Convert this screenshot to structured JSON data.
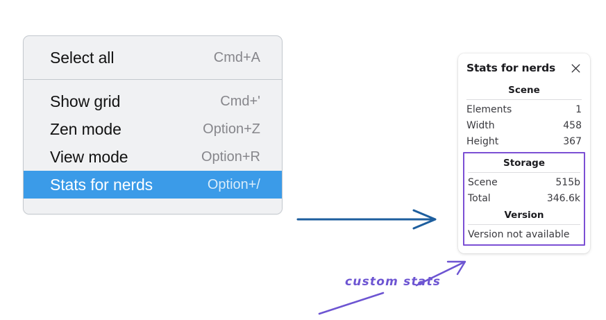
{
  "context_menu": {
    "groups": [
      {
        "items": [
          {
            "label": "Select all",
            "shortcut": "Cmd+A",
            "selected": false
          }
        ]
      },
      {
        "items": [
          {
            "label": "Show grid",
            "shortcut": "Cmd+'",
            "selected": false
          },
          {
            "label": "Zen mode",
            "shortcut": "Option+Z",
            "selected": false
          },
          {
            "label": "View mode",
            "shortcut": "Option+R",
            "selected": false
          },
          {
            "label": "Stats for nerds",
            "shortcut": "Option+/",
            "selected": true
          }
        ]
      }
    ],
    "highlight_color": "#3b9be8",
    "background_color": "#f0f1f3"
  },
  "stats_panel": {
    "title": "Stats for nerds",
    "close_icon": "close-icon",
    "sections": [
      {
        "heading": "Scene",
        "rows": [
          {
            "key": "Elements",
            "value": "1"
          },
          {
            "key": "Width",
            "value": "458"
          },
          {
            "key": "Height",
            "value": "367"
          }
        ]
      },
      {
        "heading": "Storage",
        "rows": [
          {
            "key": "Scene",
            "value": "515b"
          },
          {
            "key": "Total",
            "value": "346.6k"
          }
        ]
      },
      {
        "heading": "Version",
        "text": "Version not available"
      }
    ],
    "highlight_border_color": "#7b4fd4"
  },
  "annotations": {
    "blue_arrow_color": "#1d5e9e",
    "purple_color": "#6d55d2",
    "handwritten_label": "custom stats"
  }
}
